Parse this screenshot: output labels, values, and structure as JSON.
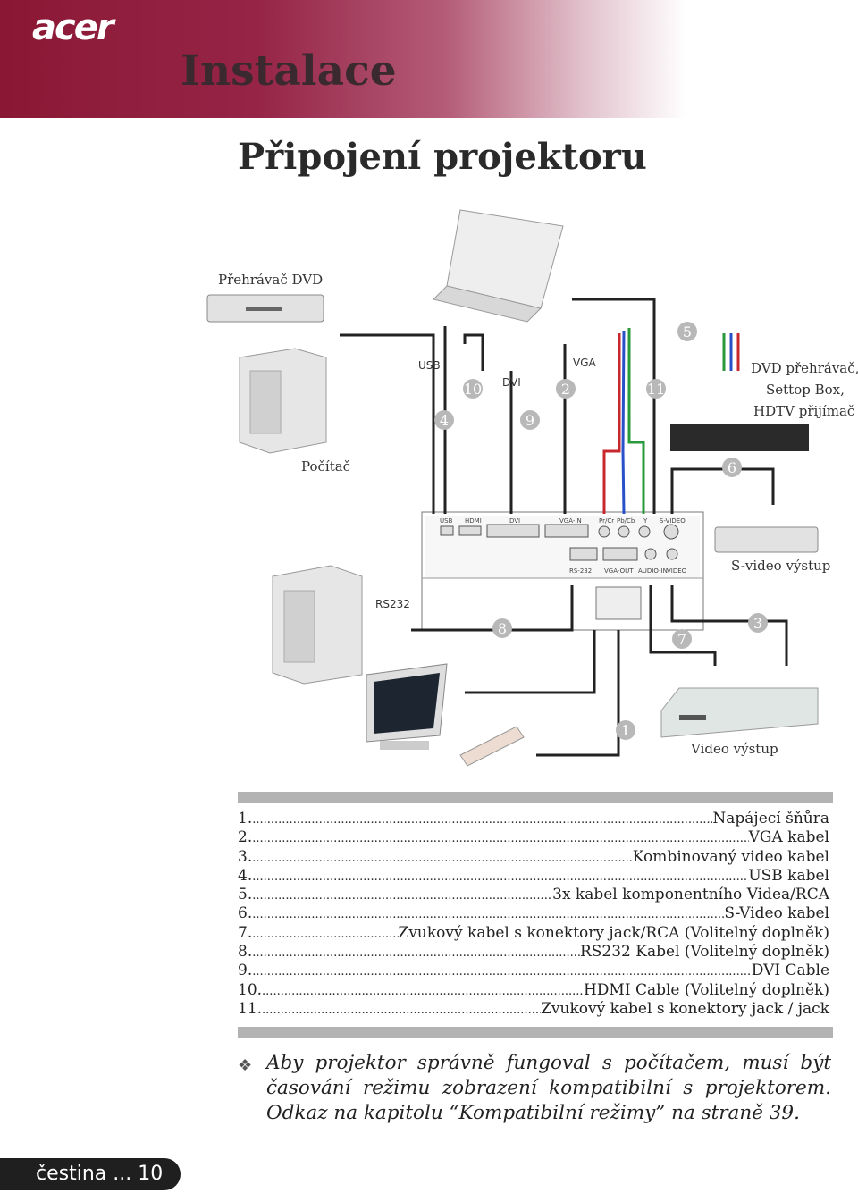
{
  "header": {
    "logo": "acer",
    "chapter": "Instalace"
  },
  "title": "Připojení projektoru",
  "diagram": {
    "labels": {
      "dvd_player": "Přehrávač DVD",
      "computer": "Počítač",
      "usb": "USB",
      "dvi": "DVI",
      "vga": "VGA",
      "dvd_box_1": "DVD přehrávač,",
      "dvd_box_2": "Settop Box,",
      "dvd_box_3": "HDTV přijímač",
      "svideo_out": "S-video výstup",
      "rs232": "RS232",
      "video_out": "Video výstup"
    },
    "ports_top": [
      "USB",
      "HDMI",
      "DVI",
      "VGA-IN",
      "Pr/Cr",
      "Pb/Cb",
      "Y",
      "S-VIDEO"
    ],
    "ports_bottom": [
      "RS-232",
      "VGA-OUT",
      "AUDIO-IN",
      "VIDEO"
    ],
    "numbers": [
      "1",
      "2",
      "3",
      "4",
      "5",
      "6",
      "7",
      "8",
      "9",
      "10",
      "11"
    ]
  },
  "legend": [
    {
      "num": "1.",
      "name": "Napájecí šňůra"
    },
    {
      "num": "2.",
      "name": "VGA kabel"
    },
    {
      "num": "3.",
      "name": " Kombinovaný video kabel"
    },
    {
      "num": "4.",
      "name": "USB kabel"
    },
    {
      "num": "5.",
      "name": "3x kabel komponentního Videa/RCA"
    },
    {
      "num": "6.",
      "name": "S-Video kabel"
    },
    {
      "num": "7.",
      "name": "Zvukový kabel s konektory jack/RCA (Volitelný doplněk)"
    },
    {
      "num": "8.",
      "name": " RS232 Kabel (Volitelný doplněk)"
    },
    {
      "num": "9.",
      "name": "DVI Cable"
    },
    {
      "num": "10.",
      "name": "HDMI Cable (Volitelný doplněk)"
    },
    {
      "num": "11.",
      "name": " Zvukový kabel s konektory jack / jack"
    }
  ],
  "note": "Aby projektor správně fungoval s počítačem, musí být časování režimu zobrazení kompatibilní s projektorem. Odkaz na kapitolu “Kompatibilní režimy” na straně 39.",
  "footer": "čestina ... 10"
}
